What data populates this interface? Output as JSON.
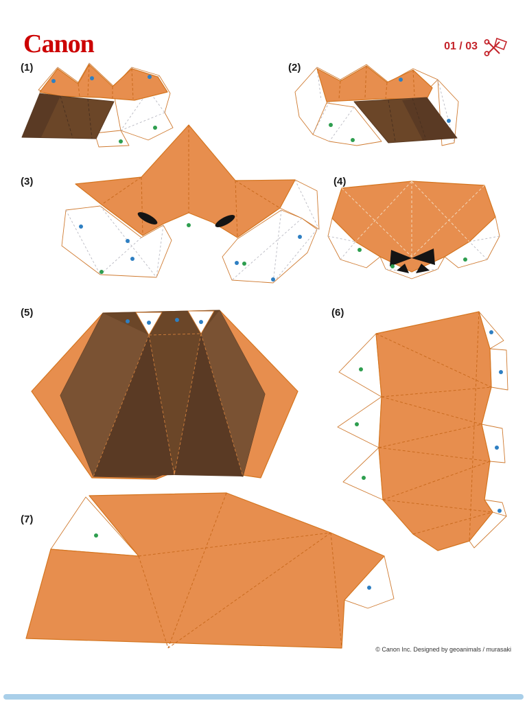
{
  "header": {
    "logo_text": "Canon",
    "page_indicator": "01 / 03"
  },
  "icons": {
    "header_cut_icon": "scissors-and-paper"
  },
  "pieces": [
    {
      "label": "(1)"
    },
    {
      "label": "(2)"
    },
    {
      "label": "(3)"
    },
    {
      "label": "(4)"
    },
    {
      "label": "(5)"
    },
    {
      "label": "(6)"
    },
    {
      "label": "(7)"
    }
  ],
  "footer": {
    "copyright": "© Canon Inc. Designed by geoanimals / murasaki"
  },
  "colors": {
    "brand_red": "#cc0000",
    "indicator_red": "#c4242b",
    "orange_fill": "#e78e4e",
    "orange_outline": "#d4751f",
    "brown_fill": "#6b4628",
    "dot_blue": "#2e7fc2",
    "dot_green": "#2e9e4f",
    "scrollbar_blue": "#a9cfe9"
  }
}
